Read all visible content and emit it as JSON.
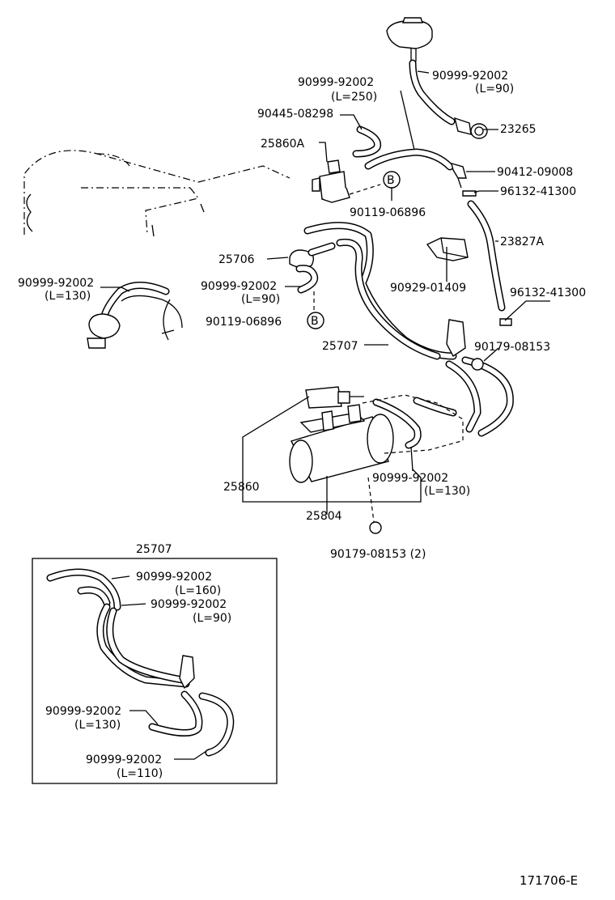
{
  "labels": {
    "l1": "90999-92002",
    "l2": "(L=90)",
    "l3": "90999-92002",
    "l4": "(L=250)",
    "l5": "90445-08298",
    "l6": "23265",
    "l7": "25860A",
    "l8": "90412-09008",
    "l9": "96132-41300",
    "l10": "B",
    "l11": "90119-06896",
    "l12": "23827A",
    "l13": "25706",
    "l14": "90929-01409",
    "l15": "90999-92002",
    "l16": "(L=130)",
    "l17": "90999-92002",
    "l18": "(L=90)",
    "l19": "96132-41300",
    "l20": "90119-06896",
    "l21": "B",
    "l22": "25707",
    "l23": "90179-08153",
    "l24": "25860",
    "l25": "90999-92002",
    "l26": "(L=130)",
    "l27": "25804",
    "l28": "90179-08153 (2)",
    "l29": "25707",
    "l30": "90999-92002",
    "l31": "(L=160)",
    "l32": "90999-92002",
    "l33": "(L=90)",
    "l34": "90999-92002",
    "l35": "(L=130)",
    "l36": "90999-92002",
    "l37": "(L=110)",
    "l38": "171706-E"
  }
}
